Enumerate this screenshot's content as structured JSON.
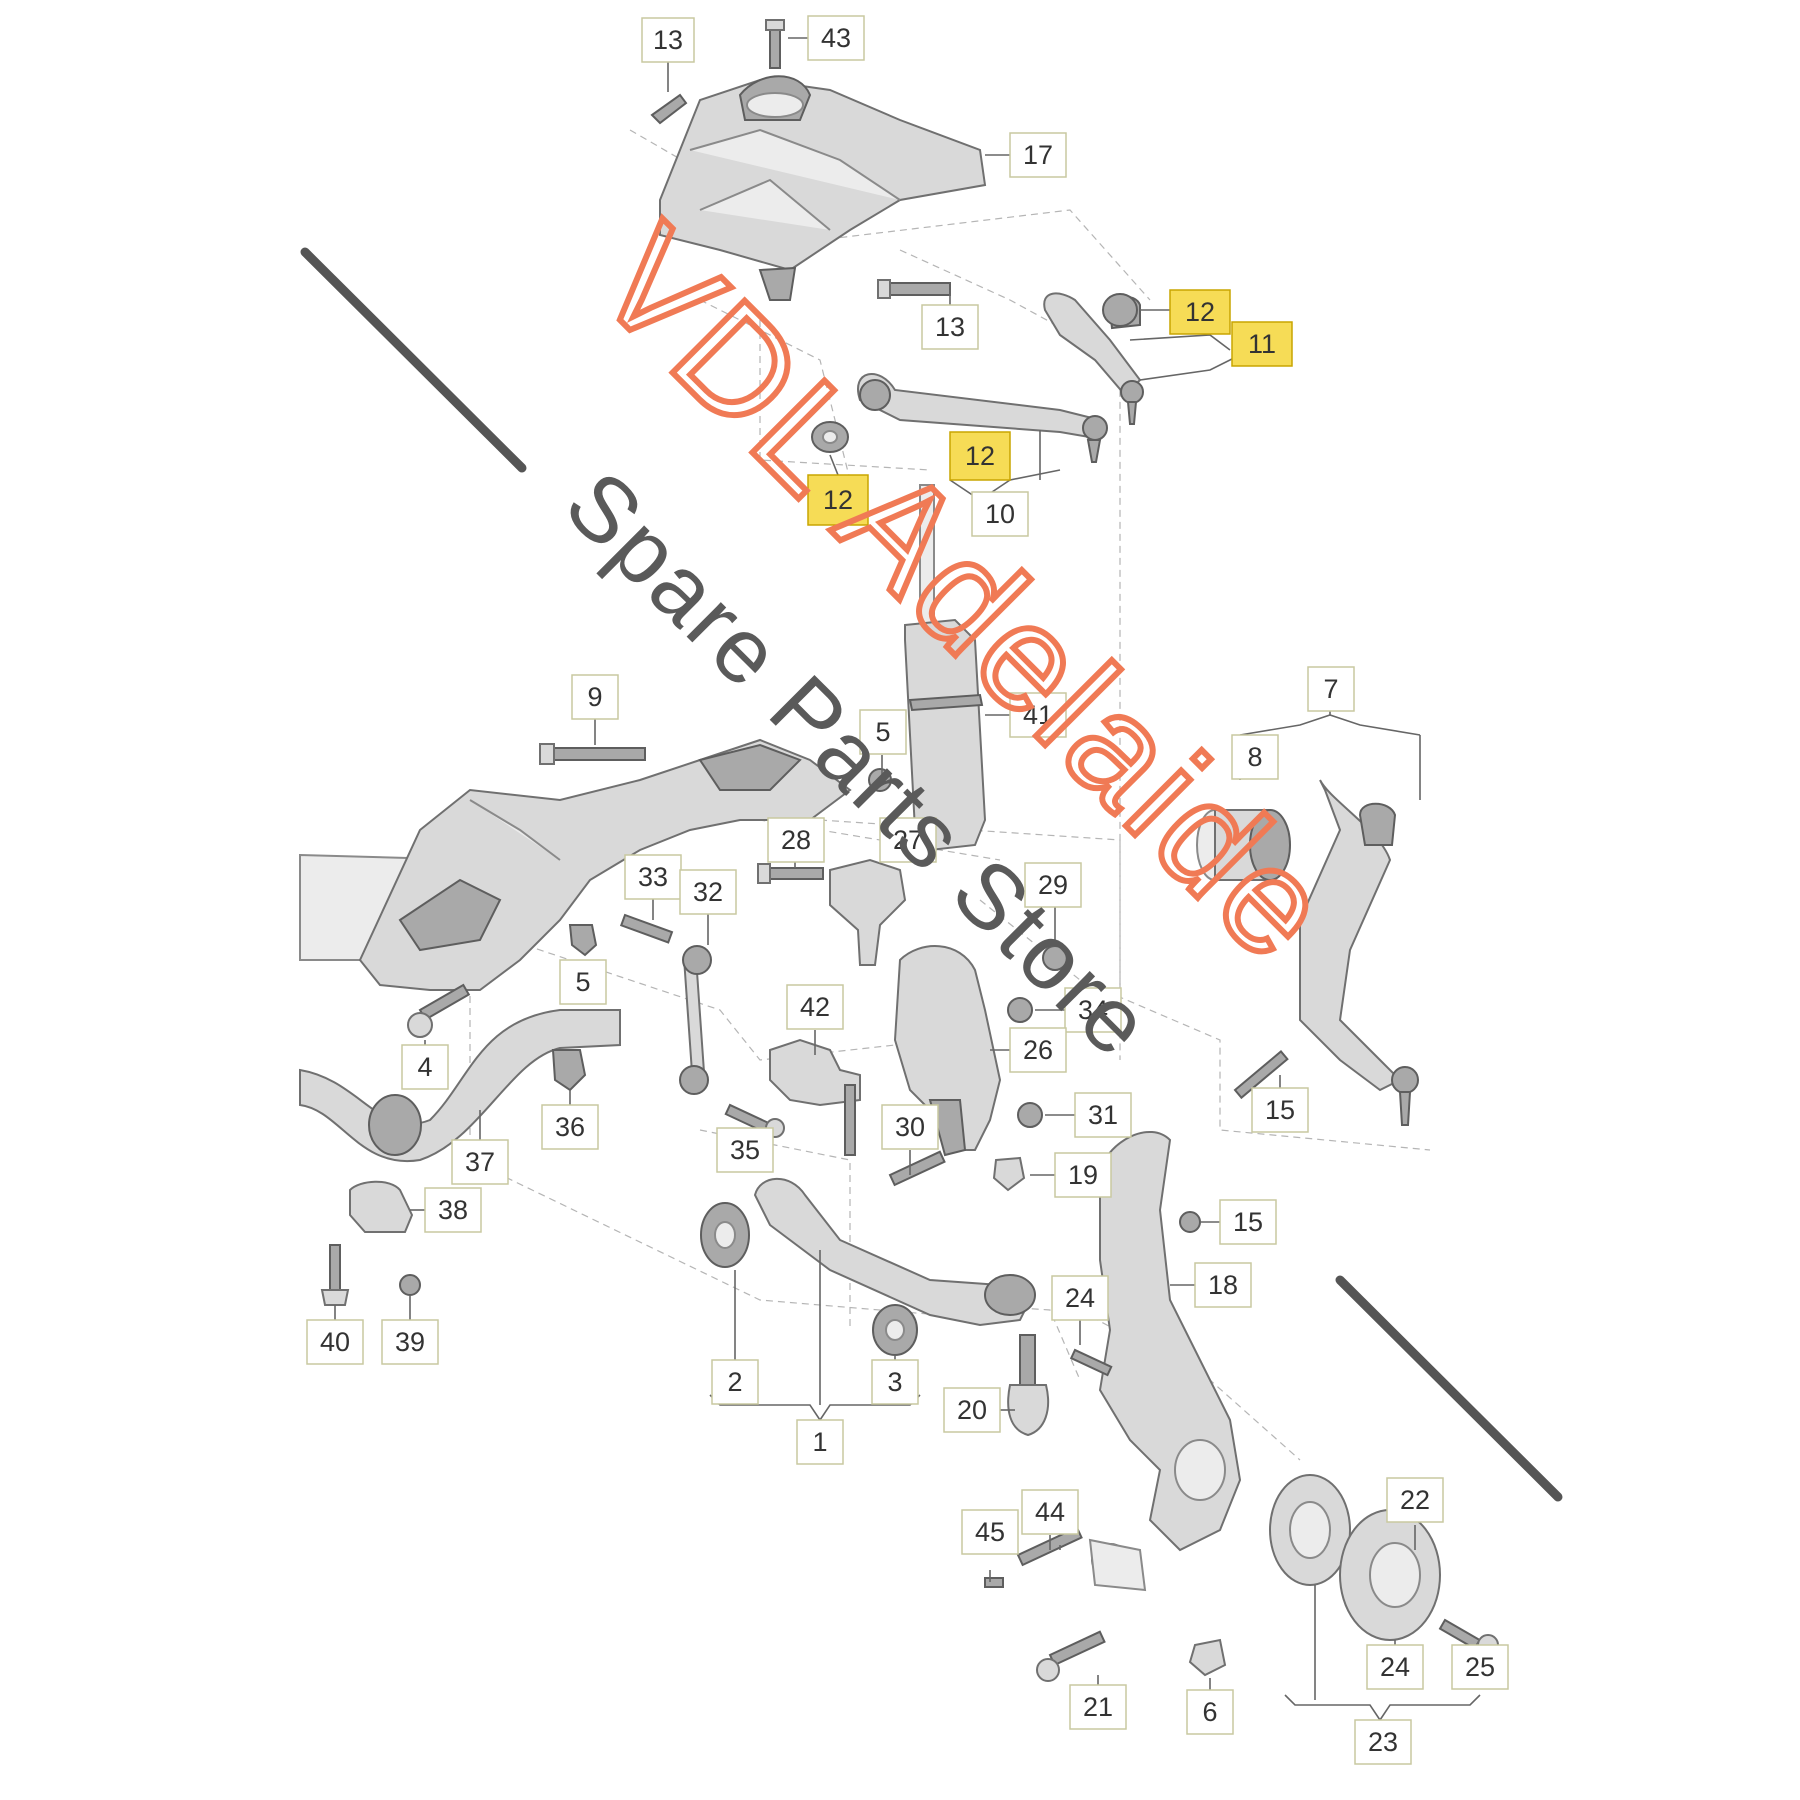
{
  "diagram": {
    "watermark": {
      "brand": "VDL Adelaide",
      "tagline": "Spare Parts Store",
      "brand_color": "#f07a55",
      "tagline_color": "#5a5a5a"
    },
    "colors": {
      "callout_fill": "#ffffff",
      "highlight_fill": "#f6dc56",
      "part_fill": "#d9d9d9",
      "part_outline": "#707070"
    },
    "callouts": {
      "c13a": "13",
      "c43": "43",
      "c17": "17",
      "c13b": "13",
      "c12a": "12",
      "c11": "11",
      "c12b": "12",
      "c12c": "12",
      "c10": "10",
      "c9": "9",
      "c5a": "5",
      "c41": "41",
      "c7": "7",
      "c8": "8",
      "c28": "28",
      "c27": "27",
      "c29": "29",
      "c33": "33",
      "c32": "32",
      "c5b": "5",
      "c34": "34",
      "c42": "42",
      "c26": "26",
      "c4": "4",
      "c15a": "15",
      "c36": "36",
      "c37": "37",
      "c35": "35",
      "c30": "30",
      "c31": "31",
      "c19": "19",
      "c38": "38",
      "c15b": "15",
      "c18": "18",
      "c40": "40",
      "c39": "39",
      "c24a": "24",
      "c2": "2",
      "c3": "3",
      "c20": "20",
      "c1": "1",
      "c22": "22",
      "c45": "45",
      "c44": "44",
      "c24b": "24",
      "c25": "25",
      "c21": "21",
      "c6": "6",
      "c23": "23"
    }
  }
}
